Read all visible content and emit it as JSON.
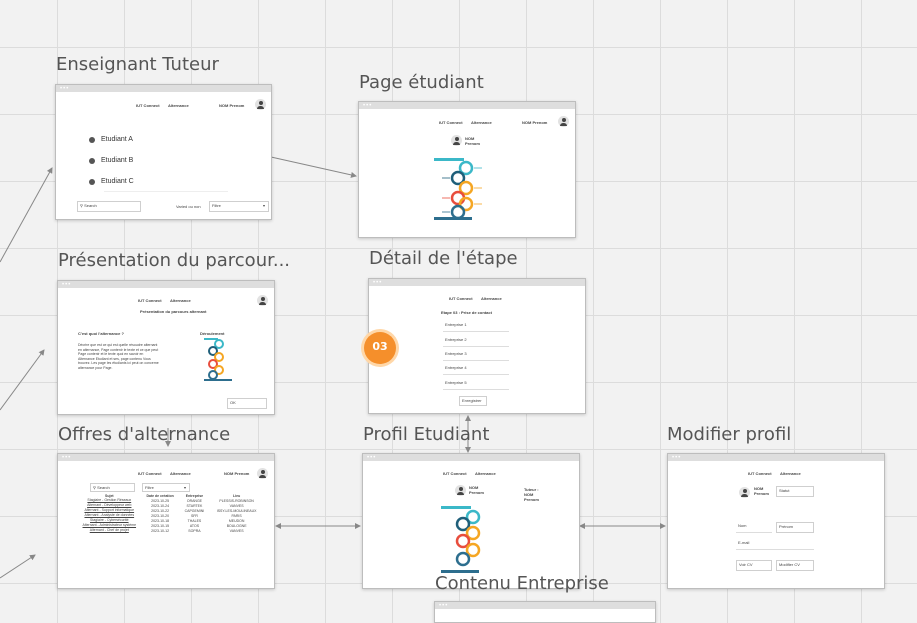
{
  "header": {
    "brand": "IUT Connect",
    "section": "Alternance",
    "user": "NOM Prenom"
  },
  "frames": {
    "enseignant": {
      "title": "Enseignant Tuteur",
      "students": [
        "Etudiant A",
        "Etudiant B",
        "Etudiant C"
      ],
      "search_placeholder": "Search",
      "filter_label": "Varied ou non",
      "filter_value": "Filtre"
    },
    "page_etudiant": {
      "title": "Page étudiant",
      "user_name": "NOM Prenom"
    },
    "presentation": {
      "title": "Présentation du parcour...",
      "page_heading": "Présentation du parcours alternant",
      "intro_title": "C'est quoi l'alternance ?",
      "intro_text": "Décrire que est ce qui est quelle résoudre alternant en alternance, Page contenir le texte et ce que peut Page contenir et le texte quoi en savoir en Alternance Etudiant et ses, page contenu Vous trouvez. Les page les étudiants ici peut on concerne alternance pour Page.",
      "steps_title": "Déroulement",
      "ok_button": "OK"
    },
    "detail": {
      "title": "Détail de l'étape",
      "step_heading": "Etape 03 : Prise de contact",
      "step_number": "03",
      "companies": [
        "Entreprise 1",
        "Entreprise 2",
        "Entreprise 3",
        "Entreprise 4",
        "Entreprise 5"
      ],
      "save_button": "Enregistrer"
    },
    "offres": {
      "title": "Offres d'alternance",
      "search_placeholder": "Search",
      "filter_value": "Filtre",
      "columns": [
        "Sujet",
        "Date de création",
        "Entreprise",
        "Lieu"
      ],
      "rows": [
        [
          "Stagiaire - Gestion Réseaux",
          "2023-10-25",
          "ORANGE",
          "PLESSIS-ROBINSON"
        ],
        [
          "Alternant - Développeur web",
          "2023-10-24",
          "STARTEK",
          "VANVES"
        ],
        [
          "Alternant - Support informatique",
          "2023-10-22",
          "CAPGEMINI",
          "ISSY-LES-MOULINEAUX"
        ],
        [
          "Alternant - Analyste de données",
          "2023-10-20",
          "SFR",
          "PARIS"
        ],
        [
          "Stagiaire - Cybersécurité",
          "2023-10-18",
          "THALES",
          "MEUDON"
        ],
        [
          "Alternant - Administrateur système",
          "2023-10-15",
          "ATOS",
          "BOULOGNE"
        ],
        [
          "Alternant - Chef de projet",
          "2023-10-12",
          "SOPRA",
          "VANVES"
        ]
      ]
    },
    "profil": {
      "title": "Profil Etudiant",
      "user_name": "NOM Prenom",
      "side_info": "Tuteur : NOM Prenom"
    },
    "modifier": {
      "title": "Modifier profil",
      "user_name": "NOM Prenom",
      "status_field": "Statut",
      "nom_field": "Nom",
      "prenom_field": "Prénom",
      "email_field": "E-mail",
      "cv_label": "Voir CV",
      "cv_edit": "Modifier CV"
    },
    "contenu": {
      "title": "Contenu Entreprise"
    }
  },
  "colors": {
    "step1": "#3bb8c8",
    "step2": "#1f5f7a",
    "step3": "#e84d3d",
    "step4": "#f5a623",
    "step5": "#2d6e8e",
    "accent_orange": "#f58f2b"
  }
}
